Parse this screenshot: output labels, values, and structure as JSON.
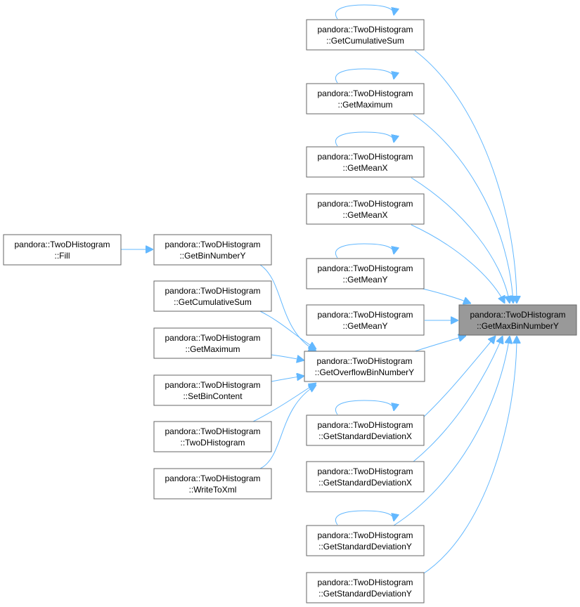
{
  "nodes": {
    "fill": {
      "line1": "pandora::TwoDHistogram",
      "line2": "::Fill"
    },
    "get_bin_number_y": {
      "line1": "pandora::TwoDHistogram",
      "line2": "::GetBinNumberY"
    },
    "get_cumulative_sum_left": {
      "line1": "pandora::TwoDHistogram",
      "line2": "::GetCumulativeSum"
    },
    "get_maximum_left": {
      "line1": "pandora::TwoDHistogram",
      "line2": "::GetMaximum"
    },
    "set_bin_content": {
      "line1": "pandora::TwoDHistogram",
      "line2": "::SetBinContent"
    },
    "two_d_histogram": {
      "line1": "pandora::TwoDHistogram",
      "line2": "::TwoDHistogram"
    },
    "write_to_xml": {
      "line1": "pandora::TwoDHistogram",
      "line2": "::WriteToXml"
    },
    "get_overflow_bin_number_y": {
      "line1": "pandora::TwoDHistogram",
      "line2": "::GetOverflowBinNumberY"
    },
    "get_cumulative_sum": {
      "line1": "pandora::TwoDHistogram",
      "line2": "::GetCumulativeSum"
    },
    "get_maximum": {
      "line1": "pandora::TwoDHistogram",
      "line2": "::GetMaximum"
    },
    "get_mean_x_1": {
      "line1": "pandora::TwoDHistogram",
      "line2": "::GetMeanX"
    },
    "get_mean_x_2": {
      "line1": "pandora::TwoDHistogram",
      "line2": "::GetMeanX"
    },
    "get_mean_y_1": {
      "line1": "pandora::TwoDHistogram",
      "line2": "::GetMeanY"
    },
    "get_mean_y_2": {
      "line1": "pandora::TwoDHistogram",
      "line2": "::GetMeanY"
    },
    "get_std_dev_x_1": {
      "line1": "pandora::TwoDHistogram",
      "line2": "::GetStandardDeviationX"
    },
    "get_std_dev_x_2": {
      "line1": "pandora::TwoDHistogram",
      "line2": "::GetStandardDeviationX"
    },
    "get_std_dev_y_1": {
      "line1": "pandora::TwoDHistogram",
      "line2": "::GetStandardDeviationY"
    },
    "get_std_dev_y_2": {
      "line1": "pandora::TwoDHistogram",
      "line2": "::GetStandardDeviationY"
    },
    "get_max_bin_number_y": {
      "line1": "pandora::TwoDHistogram",
      "line2": "::GetMaxBinNumberY"
    }
  },
  "colors": {
    "edge": "#63b8ff",
    "node_border": "#666666",
    "focus_fill": "#999999"
  }
}
